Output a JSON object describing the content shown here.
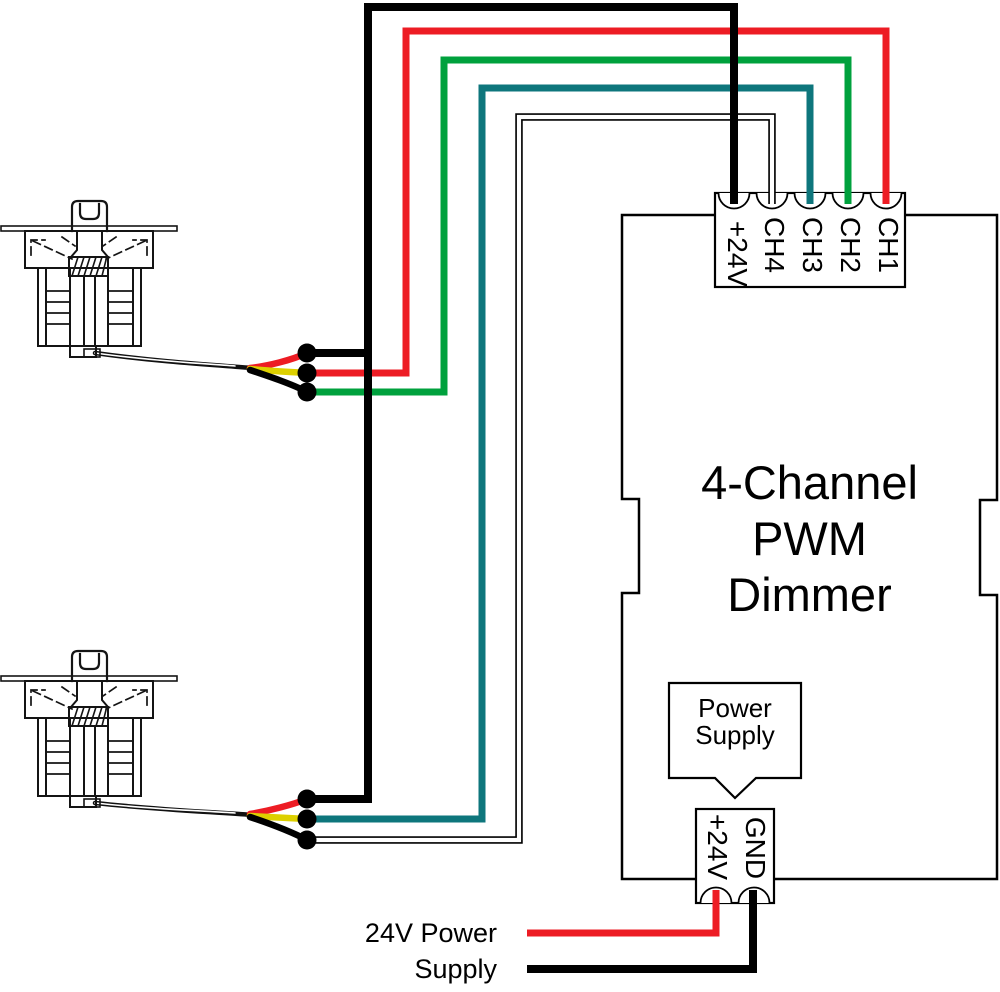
{
  "diagram": {
    "title_lines": [
      "4-Channel",
      "PWM",
      "Dimmer"
    ],
    "dimmer_top_terminals": [
      "+24V",
      "CH4",
      "CH3",
      "CH2",
      "CH1"
    ],
    "dimmer_power_terminals": [
      "+24V",
      "GND"
    ],
    "power_supply_callout_lines": [
      "Power",
      "Supply"
    ],
    "power_source_label_lines": [
      "24V Power",
      "Supply"
    ],
    "colors": {
      "wire-black": "#000000",
      "wire-red": "#ed1c24",
      "wire-green": "#00a13d",
      "wire-teal": "#0e767c",
      "wire-yellow": "#ddd000",
      "wire-white": "#ffffff",
      "line": "#000000"
    },
    "connections": [
      {
        "wire_color": "black",
        "from": "both fixtures",
        "to": "+24V"
      },
      {
        "wire_color": "red",
        "from": "fixture 1",
        "to": "CH1"
      },
      {
        "wire_color": "green",
        "from": "fixture 1",
        "to": "CH2"
      },
      {
        "wire_color": "teal",
        "from": "fixture 2",
        "to": "CH3"
      },
      {
        "wire_color": "white",
        "from": "fixture 2",
        "to": "CH4"
      },
      {
        "wire_color": "red",
        "from": "24V Power Supply",
        "to": "+24V"
      },
      {
        "wire_color": "black",
        "from": "24V Power Supply",
        "to": "GND"
      }
    ]
  }
}
